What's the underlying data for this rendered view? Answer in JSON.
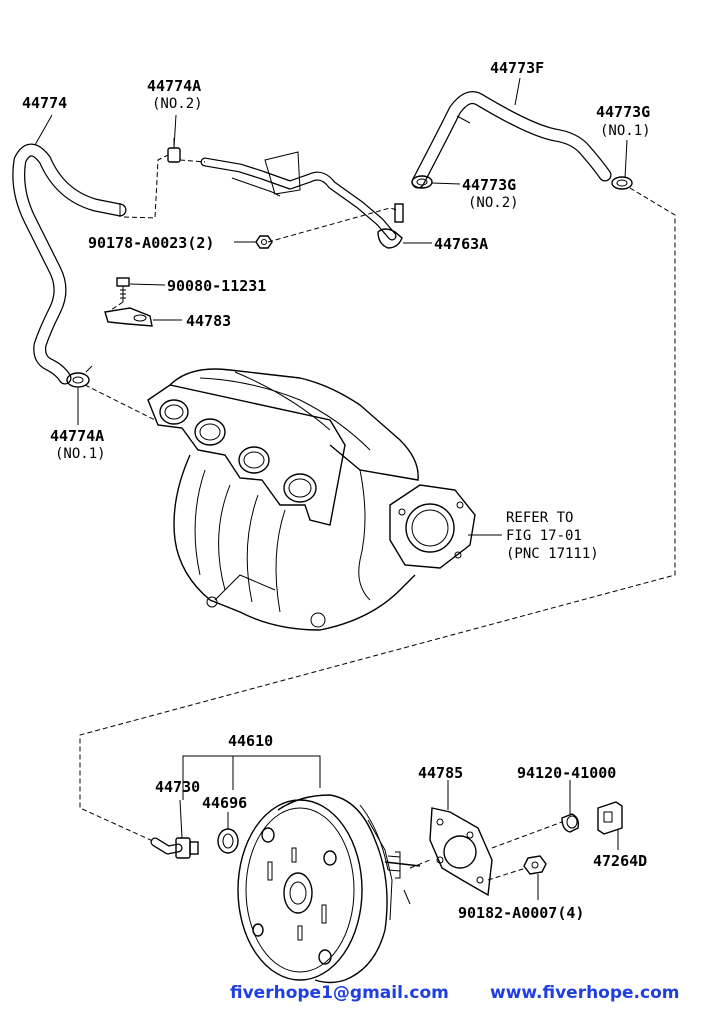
{
  "labels": {
    "p44774": "44774",
    "p44774a_no2": "44774A",
    "p44774a_no2_sub": "(NO.2)",
    "p44773f": "44773F",
    "p44773g_no1": "44773G",
    "p44773g_no1_sub": "(NO.1)",
    "p44773g_no2": "44773G",
    "p44773g_no2_sub": "(NO.2)",
    "p44763a": "44763A",
    "p90178": "90178-A0023(2)",
    "p90080": "90080-11231",
    "p44783": "44783",
    "p44774a_no1": "44774A",
    "p44774a_no1_sub": "(NO.1)",
    "refer_line1": "REFER TO",
    "refer_line2": "FIG 17-01",
    "refer_line3": "(PNC 17111)",
    "p44610": "44610",
    "p44730": "44730",
    "p44696": "44696",
    "p44785": "44785",
    "p94120": "94120-41000",
    "p47264d": "47264D",
    "p90182": "90182-A0007(4)"
  },
  "watermark": {
    "email": "fiverhope1@gmail.com",
    "website": "www.fiverhope.com",
    "color": "#1f3fe0"
  }
}
